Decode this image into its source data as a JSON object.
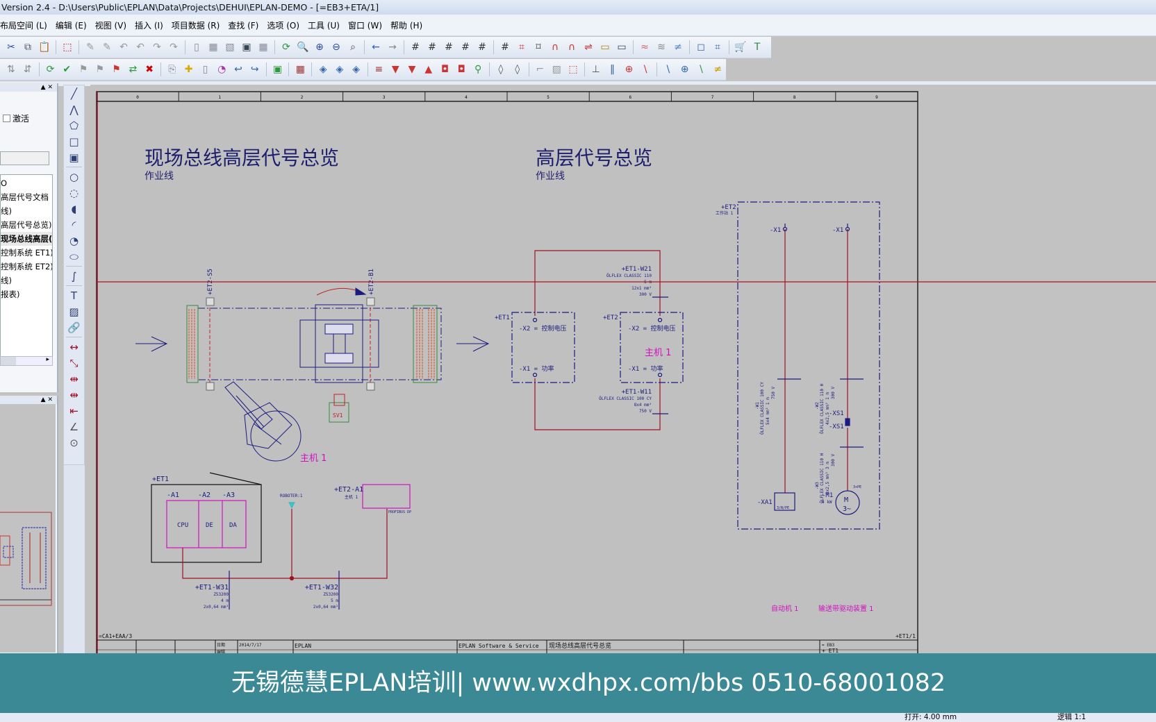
{
  "window": {
    "title": "Version 2.4 - D:\\Users\\Public\\EPLAN\\Data\\Projects\\DEHUI\\EPLAN-DEMO - [=EB3+ETA/1]"
  },
  "menu": [
    "布局空间 (L)",
    "编辑 (E)",
    "视图 (V)",
    "插入 (I)",
    "项目数据 (R)",
    "查找 (F)",
    "选项 (O)",
    "工具 (U)",
    "窗口 (W)",
    "帮助 (H)"
  ],
  "toolbar1": [
    {
      "name": "cut",
      "g": "✂",
      "c": "#2a4d9a"
    },
    {
      "name": "copy",
      "g": "⧉",
      "c": "#556"
    },
    {
      "name": "paste",
      "g": "📋",
      "c": "#a86"
    },
    "|",
    {
      "name": "delete-selection",
      "g": "⬚",
      "c": "#c00"
    },
    "|",
    {
      "name": "format-painter",
      "g": "✎",
      "c": "#999"
    },
    {
      "name": "format-transfer",
      "g": "✎",
      "c": "#999"
    },
    {
      "name": "undo",
      "g": "↶",
      "c": "#999"
    },
    {
      "name": "undo-list",
      "g": "↶",
      "c": "#999"
    },
    {
      "name": "redo",
      "g": "↷",
      "c": "#999"
    },
    {
      "name": "redo-list",
      "g": "↷",
      "c": "#999"
    },
    "|",
    {
      "name": "page-properties",
      "g": "▯",
      "c": "#889"
    },
    {
      "name": "layout-window",
      "g": "▦",
      "c": "#889"
    },
    {
      "name": "graphic-preview",
      "g": "▧",
      "c": "#889"
    },
    {
      "name": "full-screen",
      "g": "▣",
      "c": "#345"
    },
    {
      "name": "grid",
      "g": "▦",
      "c": "#889"
    },
    "|",
    {
      "name": "refresh",
      "g": "⟳",
      "c": "#2a9a3a"
    },
    {
      "name": "zoom-window",
      "g": "🔍",
      "c": "#445"
    },
    {
      "name": "zoom-in",
      "g": "⊕",
      "c": "#2a4d9a"
    },
    {
      "name": "zoom-out",
      "g": "⊖",
      "c": "#2a4d9a"
    },
    {
      "name": "zoom-100",
      "g": "⌕",
      "c": "#445"
    },
    "|",
    {
      "name": "back",
      "g": "←",
      "c": "#2a5cc0"
    },
    {
      "name": "forward",
      "g": "→",
      "c": "#888"
    },
    "|",
    {
      "name": "grid-a",
      "g": "#",
      "c": "#333"
    },
    {
      "name": "grid-b",
      "g": "#",
      "c": "#333"
    },
    {
      "name": "grid-c",
      "g": "#",
      "c": "#333"
    },
    {
      "name": "grid-d",
      "g": "#",
      "c": "#333"
    },
    {
      "name": "grid-e",
      "g": "#",
      "c": "#333"
    },
    "|",
    {
      "name": "grid-display",
      "g": "#",
      "c": "#333"
    },
    {
      "name": "snap-to-grid",
      "g": "⌗",
      "c": "#c33"
    },
    {
      "name": "object-snap",
      "g": "⌑",
      "c": "#333"
    },
    {
      "name": "magnet",
      "g": "∩",
      "c": "#c33"
    },
    {
      "name": "auto-connect",
      "g": "∩",
      "c": "#c33"
    },
    {
      "name": "connection-jump",
      "g": "⇌",
      "c": "#c33"
    },
    {
      "name": "input-box",
      "g": "▭",
      "c": "#a80"
    },
    {
      "name": "display-box",
      "g": "▭",
      "c": "#345"
    },
    "|",
    {
      "name": "cable-def",
      "g": "≈",
      "c": "#c66"
    },
    {
      "name": "shield",
      "g": "≋",
      "c": "#888"
    },
    {
      "name": "potential",
      "g": "≠",
      "c": "#58c"
    },
    "|",
    {
      "name": "macro-box",
      "g": "◻",
      "c": "#36a"
    },
    {
      "name": "window-macro",
      "g": "⌗",
      "c": "#36a"
    },
    "|",
    {
      "name": "parts",
      "g": "🛒",
      "c": "#36a"
    },
    {
      "name": "text-insert",
      "g": "T",
      "c": "#2a8a3a"
    }
  ],
  "toolbar2": [
    {
      "name": "connection-numbering",
      "g": "⇅",
      "c": "#888"
    },
    {
      "name": "terminal-numbering",
      "g": "⇵",
      "c": "#888"
    },
    "|",
    {
      "name": "sync-device",
      "g": "⟳",
      "c": "#2a9a3a"
    },
    {
      "name": "device-check",
      "g": "✔",
      "c": "#2a9a3a"
    },
    {
      "name": "device-flag",
      "g": "⚑",
      "c": "#999"
    },
    {
      "name": "device-flag-2",
      "g": "⚑",
      "c": "#999"
    },
    {
      "name": "device-flag-red",
      "g": "⚑",
      "c": "#c33"
    },
    {
      "name": "device-move",
      "g": "⇄",
      "c": "#2a9a3a"
    },
    {
      "name": "device-remove",
      "g": "✖",
      "c": "#c00"
    },
    "|",
    {
      "name": "page-copy",
      "g": "⎘",
      "c": "#889"
    },
    {
      "name": "page-new",
      "g": "✚",
      "c": "#da0"
    },
    {
      "name": "page-open",
      "g": "▯",
      "c": "#889"
    },
    {
      "name": "page-macro",
      "g": "◔",
      "c": "#a3a"
    },
    {
      "name": "page-prev",
      "g": "↩",
      "c": "#36a"
    },
    {
      "name": "page-next",
      "g": "↪",
      "c": "#36a"
    },
    "|",
    {
      "name": "insert-plc",
      "g": "▣",
      "c": "#2a9a3a"
    },
    "|",
    {
      "name": "plc-table",
      "g": "▦",
      "c": "#a33"
    },
    "|",
    {
      "name": "symbol-a",
      "g": "◈",
      "c": "#36a"
    },
    {
      "name": "symbol-b",
      "g": "◈",
      "c": "#36a"
    },
    {
      "name": "symbol-c",
      "g": "◈",
      "c": "#36a"
    },
    "|",
    {
      "name": "wire-a",
      "g": "≡",
      "c": "#a33"
    },
    {
      "name": "wire-b",
      "g": "▼",
      "c": "#c33"
    },
    {
      "name": "wire-c",
      "g": "▼",
      "c": "#c33"
    },
    {
      "name": "wire-d",
      "g": "▲",
      "c": "#c33"
    },
    {
      "name": "wire-e",
      "g": "◘",
      "c": "#c33"
    },
    {
      "name": "wire-f",
      "g": "◘",
      "c": "#c33"
    },
    {
      "name": "wire-g",
      "g": "⚲",
      "c": "#2a9a3a"
    },
    "|",
    {
      "name": "bridge-a",
      "g": "◊",
      "c": "#555"
    },
    {
      "name": "bridge-b",
      "g": "◊",
      "c": "#555"
    },
    "|",
    {
      "name": "corner",
      "g": "⌐",
      "c": "#999"
    },
    {
      "name": "hatch",
      "g": "▨",
      "c": "#999"
    },
    {
      "name": "dotted-box",
      "g": "⬚",
      "c": "#c33"
    },
    "|",
    {
      "name": "cable-a",
      "g": "⊥",
      "c": "#555"
    },
    {
      "name": "cable-b",
      "g": "‖",
      "c": "#36a"
    },
    {
      "name": "cable-c",
      "g": "⊕",
      "c": "#c33"
    },
    {
      "name": "cable-d",
      "g": "\\",
      "c": "#c33"
    },
    "|",
    {
      "name": "shield-a",
      "g": "\\",
      "c": "#36a"
    },
    {
      "name": "shield-b",
      "g": "⊕",
      "c": "#36a"
    },
    {
      "name": "shield-c",
      "g": "\\",
      "c": "#2a9a3a"
    },
    {
      "name": "shield-d",
      "g": "≠",
      "c": "#c90"
    }
  ],
  "drawtools": [
    {
      "name": "line",
      "g": "╱"
    },
    {
      "name": "polyline",
      "g": "⋀"
    },
    {
      "name": "polygon",
      "g": "⬠"
    },
    {
      "name": "rectangle",
      "g": "□"
    },
    {
      "name": "bitmap-frame",
      "g": "▣"
    },
    {
      "name": "circle",
      "g": "○"
    },
    {
      "name": "circle-3pt",
      "g": "◌"
    },
    {
      "name": "arc-center",
      "g": "◖"
    },
    {
      "name": "arc-3pt",
      "g": "◜"
    },
    {
      "name": "sector",
      "g": "◔"
    },
    {
      "name": "ellipse",
      "g": "⬭"
    },
    {
      "name": "spline",
      "g": "∫"
    },
    {
      "name": "text",
      "g": "T"
    },
    {
      "name": "image",
      "g": "▨"
    },
    {
      "name": "hyperlink",
      "g": "🔗"
    },
    {
      "name": "dimension-linear",
      "g": "↔",
      "c": "#a0102a"
    },
    {
      "name": "dimension-aligned",
      "g": "⤡",
      "c": "#a0102a"
    },
    {
      "name": "dimension-chain",
      "g": "⇹",
      "c": "#a0102a"
    },
    {
      "name": "dimension-increment",
      "g": "⇹",
      "c": "#a0102a"
    },
    {
      "name": "dimension-baseline",
      "g": "⇤",
      "c": "#a0102a"
    },
    {
      "name": "dimension-angle",
      "g": "∠",
      "c": "#555"
    },
    {
      "name": "dimension-radius",
      "g": "⊙",
      "c": "#555"
    }
  ],
  "left_panel": {
    "activate_label": "激活",
    "tree": [
      "O",
      "高层代号文档",
      "线)",
      "高层代号总览)",
      "现场总线高层(",
      "控制系统 ET1)",
      "控制系统 ET2)",
      "线)",
      "报表)"
    ],
    "selected_index": 4
  },
  "drawing": {
    "columns": [
      "0",
      "1",
      "2",
      "3",
      "4",
      "5",
      "6",
      "7",
      "8",
      "9"
    ],
    "title_left": "现场总线高层代号总览",
    "subtitle_left": "作业线",
    "title_right": "高层代号总览",
    "subtitle_right": "作业线",
    "conveyor": {
      "s5": "+ET2-S5",
      "b1": "+ET2-B1",
      "sv1": "SV1",
      "robot": "主机 1"
    },
    "plc": {
      "et1": "+ET1",
      "a1": "-A1",
      "a2": "-A2",
      "a3": "-A3",
      "cpu": "CPU",
      "de": "DE",
      "da": "DA",
      "roboter": "ROBOTER:1",
      "et2a1": "+ET2-A1",
      "et2a1_sub": "主机 1",
      "profibus": "PROFIBUS DP",
      "w31": [
        "+ET1-W31",
        "Z53200",
        "4 m",
        "2x0,64 mm²"
      ],
      "w32": [
        "+ET1-W32",
        "Z53200",
        "5 m",
        "2x0,64 mm²"
      ]
    },
    "overview": {
      "et1": "+ET1",
      "et2": "+ET2",
      "x2": "-X2 = 控制电压",
      "x1": "-X1 = 功率",
      "host": "主机 1",
      "w21": [
        "+ET1-W21",
        "ÖLFLEX CLASSIC 110",
        "5 m",
        "12x1 mm²",
        "300 V"
      ],
      "w11": [
        "+ET1-W11",
        "ÖLFLEX CLASSIC 100 CY",
        "8x4 mm²",
        "750 V"
      ]
    },
    "station": {
      "et2": "+ET2",
      "et2_sub": "工作站 1",
      "x1": "-X1",
      "xs1": "-XS1",
      "xa1": "-XA1",
      "xa1_sub": "3/N/PE",
      "m1": "-M1",
      "m1_power": "4 kW",
      "motor": "M",
      "motor_sub": "3~",
      "pe": "3+PE",
      "w1": [
        "-W1",
        "ÖLFLEX CLASSIC 100 CY",
        "5x4 mm² 1 m",
        "750 V"
      ],
      "w2": [
        "-W2",
        "ÖLFLEX CLASSIC 110 H",
        "4x2,5 mm² 1 m",
        "300 V"
      ],
      "w3": [
        "-W3",
        "ÖLFLEX CLASSIC 110 H",
        "4x2,5 mm² 3 m",
        "300 V"
      ],
      "label_a": "自动机 1",
      "label_b": "输送带驱动装置 1"
    },
    "footer": {
      "left": "=CA1+EAA/3",
      "right": "+ET1/1",
      "date_label": "日期",
      "date": "2014/7/17",
      "editor_label": "编辑",
      "company": "EPLAN",
      "software": "EPLAN Software & Service",
      "page_title": "现场总线高层代号总览",
      "eb3": "= EB3",
      "et1": "+ ET1"
    }
  },
  "banner": "无锡德慧EPLAN培训| www.wxdhpx.com/bbs  0510-68001082",
  "status": {
    "grid": "打开: 4.00 mm",
    "scale": "逻辑 1:1"
  }
}
